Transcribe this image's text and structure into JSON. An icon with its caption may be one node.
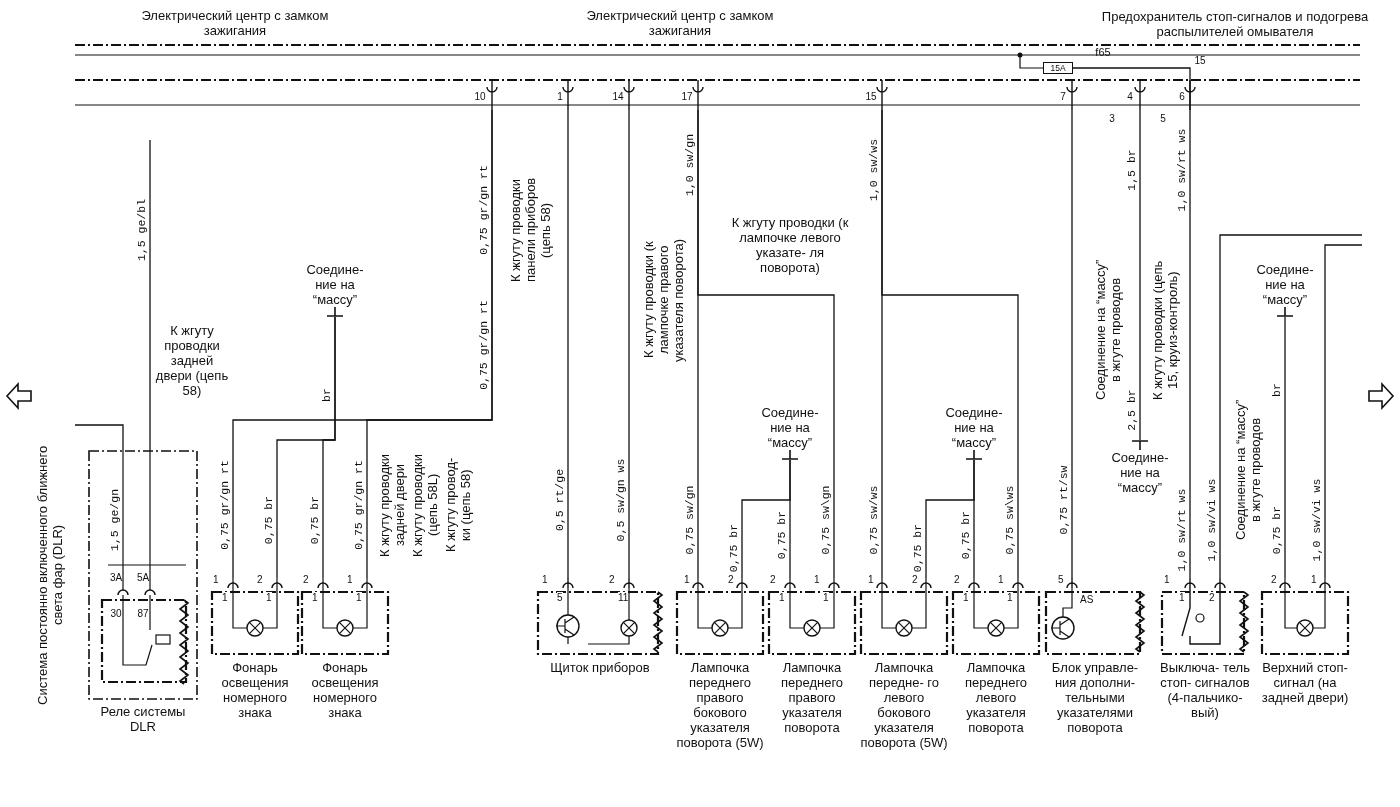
{
  "diagram": {
    "nodes": [
      {
        "text": [
          "Электрический центр с замком зажигания",
          "Электрический центр с замком зажигания"
        ]
      },
      {
        "text": [
          "15A"
        ],
        "beside": [
          "f65"
        ],
        "in": 0
      },
      {
        "text": [
          "3A",
          "5A",
          "30",
          "87",
          "Реле системы DLR"
        ],
        "beside": [
          "Система постоянно включенного ближнего света фар (DLR)"
        ]
      },
      {
        "text": [
          "1",
          "1",
          "2",
          "1",
          "Фонарь освещения номерного знака"
        ]
      },
      {
        "text": [
          "2",
          "1",
          "1",
          "1",
          "Фонарь освещения номерного знака"
        ]
      },
      {
        "text": [
          "1",
          "5",
          "2",
          "11",
          "Щиток приборов"
        ]
      },
      {
        "text": [
          "1",
          "2",
          "Лампочка переднего правого бокового указателя поворота (5W)"
        ]
      },
      {
        "text": [
          "2",
          "1",
          "1",
          "1",
          "Лампочка переднего правого указателя поворота"
        ]
      },
      {
        "text": [
          "1",
          "2",
          "Лампочка передне- го левого бокового указателя поворота (5W)"
        ]
      },
      {
        "text": [
          "2",
          "1",
          "1",
          "1",
          "Лампочка переднего левого указателя поворота"
        ]
      },
      {
        "text": [
          "5",
          "AS",
          "Блок управле- ния дополни- тельными указателями поворота"
        ]
      },
      {
        "text": [
          "1",
          "1",
          "2",
          "Выключа- тель стоп- сигналов (4-пальчико- вый)"
        ]
      },
      {
        "text": [
          "2",
          "1",
          "Верхний стоп- сигнал (на задней двери)"
        ]
      },
      {
        "text": [
          "Соедине- ние на “массу”"
        ]
      },
      {
        "text": [
          "Соедине- ние на “массу”"
        ]
      },
      {
        "text": [
          "Соедине- ние на “массу”"
        ]
      },
      {
        "text": [
          "Соедине- ние на “массу”"
        ]
      },
      {
        "text": [
          "Соедине- ние на “массу”"
        ]
      }
    ],
    "edges": [
      {
        "from": null,
        "to": 2,
        "arrow": "none"
      },
      {
        "from": null,
        "to": 2,
        "arrow": "none"
      },
      {
        "from": 0,
        "to": 3,
        "arrow": "none"
      },
      {
        "from": 0,
        "to": 4,
        "arrow": "none"
      },
      {
        "from": 13,
        "to": 3,
        "arrow": "none"
      },
      {
        "from": 13,
        "to": 4,
        "arrow": "none"
      },
      {
        "from": 0,
        "to": 5,
        "arrow": "none"
      },
      {
        "from": 0,
        "to": 5,
        "arrow": "none"
      },
      {
        "from": 0,
        "to": 6,
        "arrow": "none"
      },
      {
        "from": 0,
        "to": 7,
        "arrow": "none"
      },
      {
        "from": 14,
        "to": 6,
        "arrow": "none"
      },
      {
        "from": 14,
        "to": 7,
        "arrow": "none"
      },
      {
        "from": 0,
        "to": 8,
        "arrow": "none"
      },
      {
        "from": 0,
        "to": 9,
        "arrow": "none"
      },
      {
        "from": 15,
        "to": 8,
        "arrow": "none"
      },
      {
        "from": 15,
        "to": 9,
        "arrow": "none"
      },
      {
        "from": 0,
        "to": 10,
        "arrow": "none"
      },
      {
        "from": 0,
        "to": 16,
        "arrow": "none"
      },
      {
        "from": 1,
        "to": 11,
        "arrow": "none"
      },
      {
        "from": 11,
        "to": null,
        "arrow": "none"
      },
      {
        "from": null,
        "to": 12,
        "arrow": "none"
      },
      {
        "from": 17,
        "to": 12,
        "arrow": "none"
      }
    ],
    "labels": [
      "Предохранитель стоп-сигналов и подогрева распылителей омывателя",
      "10",
      "1",
      "14",
      "17",
      "15",
      "7",
      "15",
      "4",
      "3",
      "5",
      "6",
      "1,5 ge/bl",
      "0,75 gr/gn rt",
      "К жгуту проводки задней двери (цепь 58)",
      "0,75 gr/gn rt",
      "br",
      "К жгуту проводки панели приборов (цепь 58)",
      "К жгуту проводки (к лампочке правого указателя поворота)",
      "1,0 sw/gn",
      "К жгуту проводки (к лампочке левого указате- ля поворота)",
      "1,0 sw/ws",
      "1,5 br",
      "1,0 sw/rt ws",
      "Соединение на “массу” в жгуте проводов",
      "К жгуту проводки (цепь 15, круиз-контроль)",
      "2,5 br",
      "br",
      "Соединение на “массу” в жгуте проводов",
      "1,5 ge/gn",
      "0,75 gr/gn rt",
      "0,75 br",
      "0,75 br",
      "0,75 gr/gn rt",
      "К жгуту проводки задней двери",
      "К жгуту проводки (цепь 58L)",
      "К жгуту провод- ки (цепь 58)",
      "0,5 rt/ge",
      "0,5 sw/gn ws",
      "0,75 sw/gn",
      "0,75 br",
      "0,75 br",
      "0,75 sw\\gn",
      "0,75 sw/ws",
      "0,75 br",
      "0,75 br",
      "0,75 sw\\ws",
      "0,75 rt/sw",
      "1,0 sw/rt ws",
      "1,0 sw/vi ws",
      "0,75 br",
      "1,0 sw/vi ws"
    ]
  }
}
